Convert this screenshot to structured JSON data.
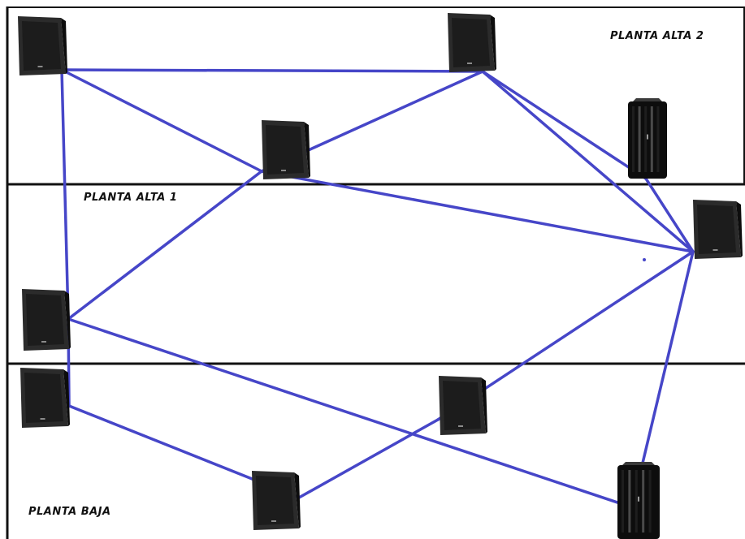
{
  "floors": {
    "top": "PLANTA ALTA 2",
    "middle": "PLANTA ALTA 1",
    "bottom": "PLANTA BAJA"
  },
  "colors": {
    "link": "#4646c8",
    "divider": "#111111",
    "node_body": "#2b2b2b",
    "node_dark": "#0d0d0d",
    "background": "#ffffff"
  },
  "nodes": [
    {
      "id": "n1",
      "type": "mesh-square-router",
      "floor": "top"
    },
    {
      "id": "n2",
      "type": "mesh-square-router",
      "floor": "top"
    },
    {
      "id": "n3",
      "type": "mesh-square-router",
      "floor": "top"
    },
    {
      "id": "n4",
      "type": "mesh-tower-router",
      "floor": "top"
    },
    {
      "id": "n5",
      "type": "mesh-square-router",
      "floor": "middle"
    },
    {
      "id": "n6",
      "type": "mesh-square-router",
      "floor": "middle"
    },
    {
      "id": "n7",
      "type": "mesh-square-router",
      "floor": "bottom"
    },
    {
      "id": "n8",
      "type": "mesh-square-router",
      "floor": "bottom"
    },
    {
      "id": "n9",
      "type": "mesh-square-router",
      "floor": "bottom"
    },
    {
      "id": "n10",
      "type": "mesh-tower-router",
      "floor": "bottom"
    }
  ],
  "links": [
    [
      "n1",
      "n2"
    ],
    [
      "n1",
      "n3"
    ],
    [
      "n1",
      "n6"
    ],
    [
      "n3",
      "n2"
    ],
    [
      "n3",
      "n5"
    ],
    [
      "n3",
      "n6"
    ],
    [
      "n2",
      "n4"
    ],
    [
      "n2",
      "n5"
    ],
    [
      "n4",
      "n5"
    ],
    [
      "n5",
      "n8"
    ],
    [
      "n5",
      "n10"
    ],
    [
      "n6",
      "n7"
    ],
    [
      "n6",
      "n10"
    ],
    [
      "n7",
      "n9"
    ],
    [
      "n9",
      "n8"
    ]
  ]
}
